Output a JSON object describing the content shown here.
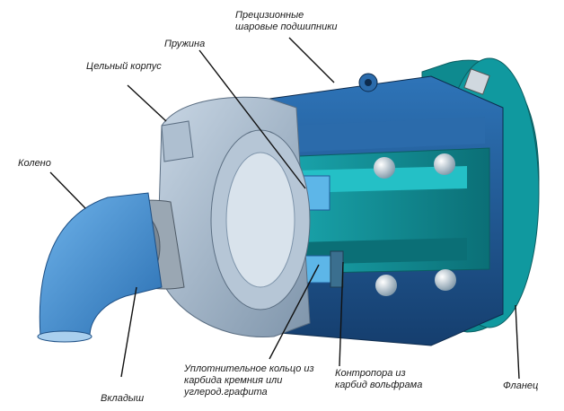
{
  "labels": {
    "bearings": {
      "line1": "Прецизионные",
      "line2": "шаровые подшипники"
    },
    "spring": "Пружина",
    "housing": "Цельный корпус",
    "elbow": "Колено",
    "seal_ring": {
      "line1": "Уплотнительное кольцо из",
      "line2": "карбида кремния или",
      "line3": "углерод.графита"
    },
    "counter_bearing": {
      "line1": "Контропора из",
      "line2": "карбид вольфрама"
    },
    "flange": "Фланец",
    "liner": "Вкладыш"
  },
  "colors": {
    "elbow": "#3d8fd4",
    "housing": "#9fb3c8",
    "bearing_housing": "#1f5a9a",
    "rotor": "#1aa0a8",
    "flange": "#0e8a8f",
    "balls": "#c9d6e0",
    "leader": "#111111"
  }
}
